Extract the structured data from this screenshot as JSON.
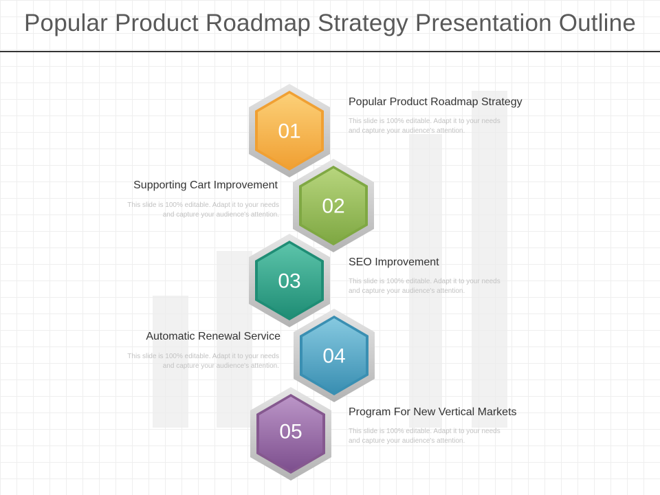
{
  "slide": {
    "title": "Popular Product Roadmap Strategy Presentation Outline"
  },
  "colors": {
    "orange": "#f3ab3e",
    "green": "#8db552",
    "teal": "#2fa38a",
    "blue": "#4fa3c4",
    "purple": "#9365a4",
    "title_text": "#595959",
    "rule": "#333333"
  },
  "items": [
    {
      "number": "01",
      "title": "Popular Product Roadmap Strategy",
      "description": "This slide is 100% editable. Adapt it to your needs and capture your audience's attention."
    },
    {
      "number": "02",
      "title": "Supporting Cart Improvement",
      "description": "This slide is 100% editable. Adapt it to your needs and capture your audience's attention."
    },
    {
      "number": "03",
      "title": "SEO Improvement",
      "description": "This slide is 100% editable. Adapt it to your needs and capture your audience's attention."
    },
    {
      "number": "04",
      "title": "Automatic Renewal Service",
      "description": "This slide is 100% editable. Adapt it to your needs and capture your audience's attention."
    },
    {
      "number": "05",
      "title": "Program For New Vertical Markets",
      "description": "This slide is 100% editable. Adapt it to your needs and capture your audience's attention."
    }
  ]
}
